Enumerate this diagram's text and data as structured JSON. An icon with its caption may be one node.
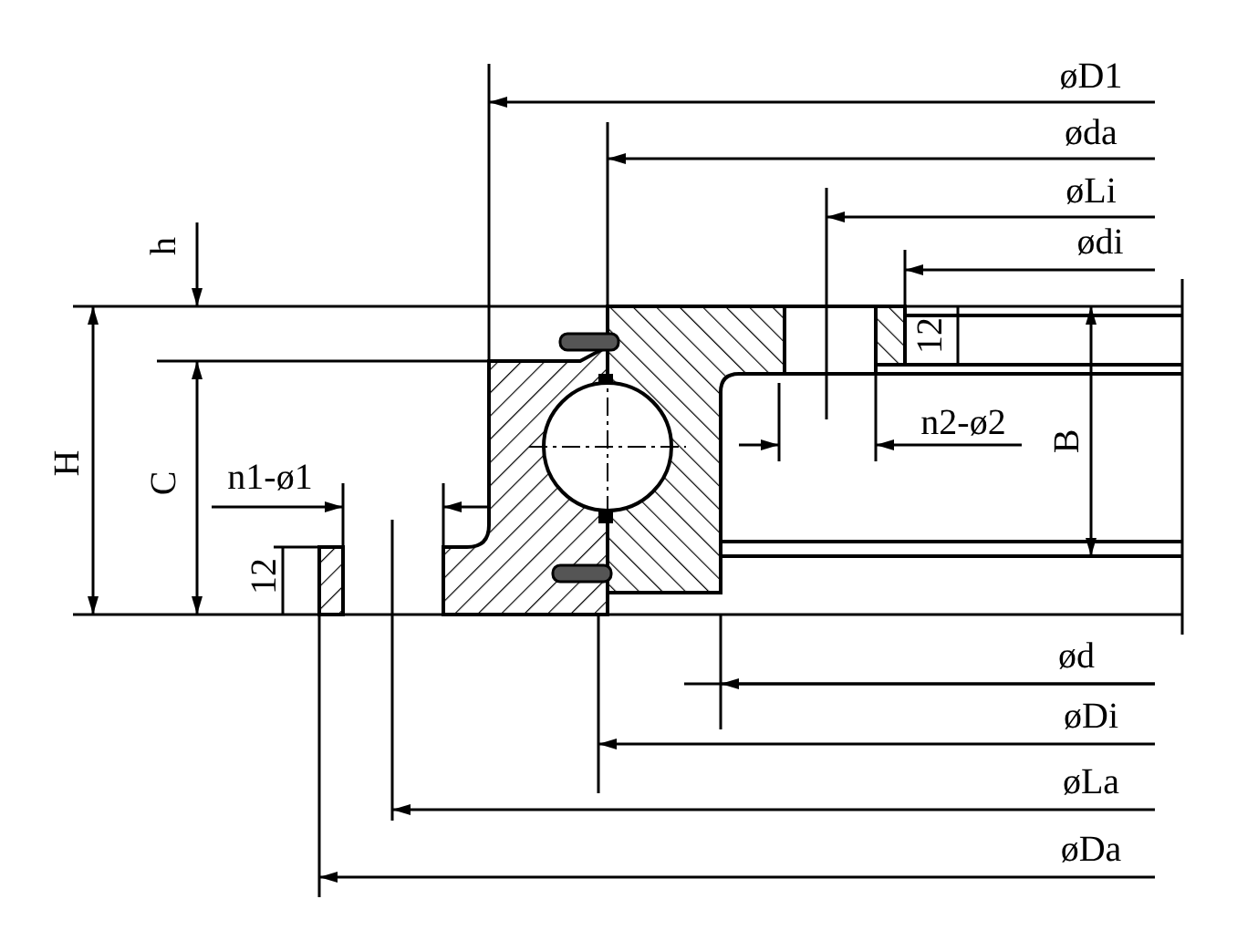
{
  "diagram": {
    "labels": [
      "øD1",
      "øda",
      "øLi",
      "ødi",
      "h",
      "12",
      "H",
      "C",
      "n2-ø2",
      "B",
      "n1-ø1",
      "12",
      "ød",
      "øDi",
      "øLa",
      "øDa"
    ]
  }
}
